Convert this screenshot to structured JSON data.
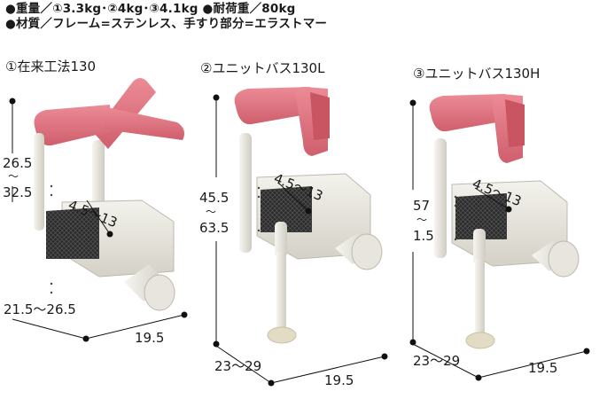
{
  "specs": {
    "weight": "●重量／①3.3kg･②4kg･③4.1kg ●耐荷重／80kg",
    "material": "●材質／フレーム=ステンレス、手すり部分=エラストマー"
  },
  "products": [
    {
      "name": "①在来工法130",
      "height_top": "26.5",
      "height_tilde": "～",
      "height_bottom": "32.5",
      "grip": "4.5～13",
      "depth": "21.5～26.5",
      "width": "19.5"
    },
    {
      "name": "②ユニットバス130L",
      "height_top": "45.5",
      "height_tilde": "～",
      "height_bottom": "63.5",
      "grip": "4.5～13",
      "depth": "23～29",
      "width": "19.5"
    },
    {
      "name": "③ユニットバス130H",
      "height_top": "57",
      "height_tilde": "～",
      "height_bottom": "1.5",
      "grip": "4.5～13",
      "depth": "23～29",
      "width": "19.5"
    }
  ],
  "colors": {
    "handle": "#e0707d",
    "handle_dark": "#c95563",
    "frame": "#e8e6de",
    "frame_shadow": "#b8b4aa",
    "mesh": "#2a2a2a",
    "line": "#111111"
  }
}
